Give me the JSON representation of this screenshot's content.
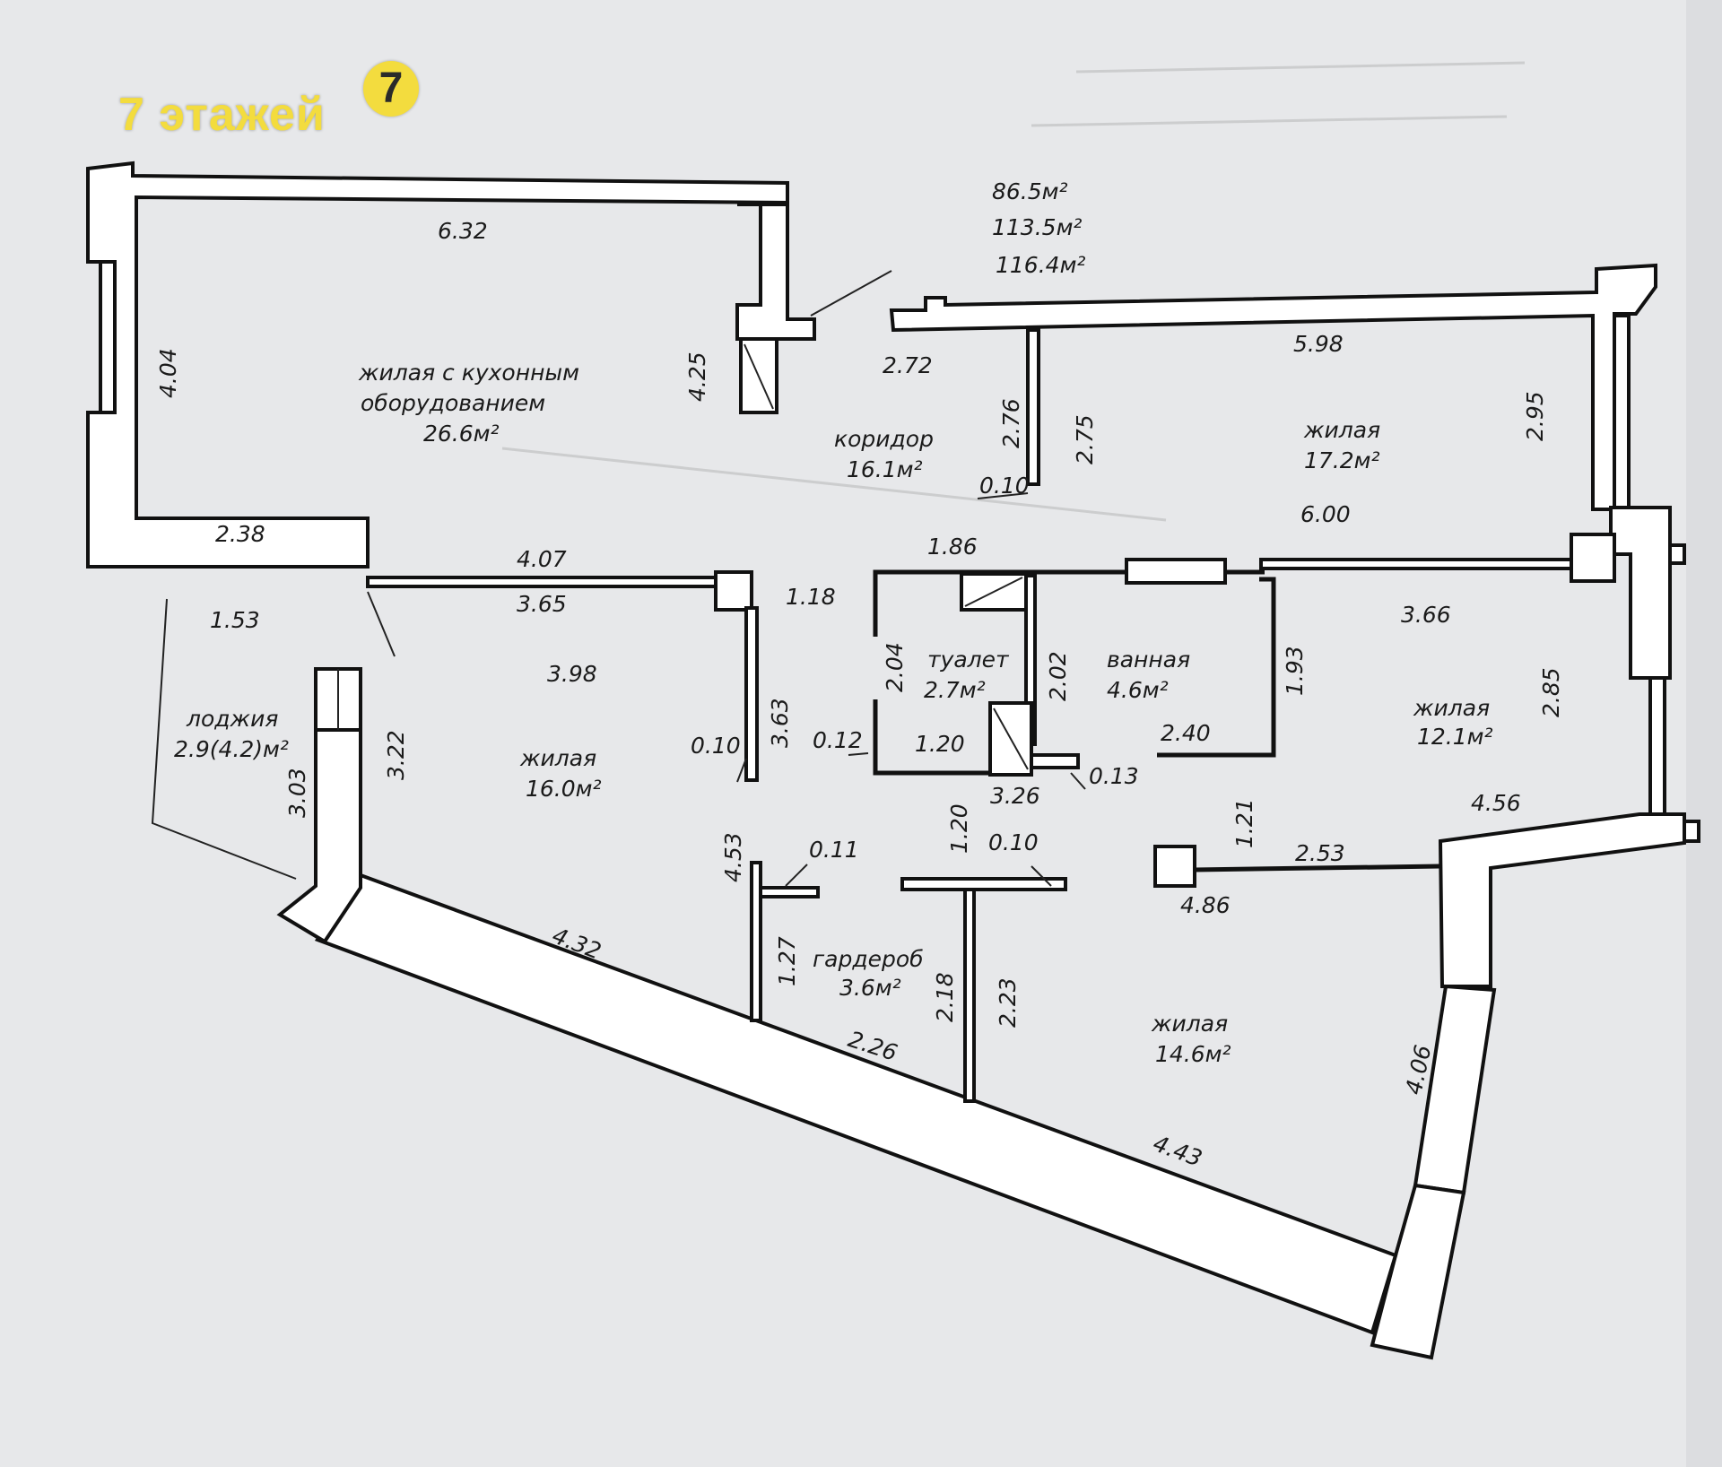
{
  "brand": {
    "text": "7 этажей",
    "badge": "7"
  },
  "areas": {
    "total1": "86.5м²",
    "total2": "113.5м²",
    "total3": "116.4м²"
  },
  "rooms": {
    "kitchen": {
      "line1": "жилая с кухонным",
      "line2": "оборудованием",
      "area": "26.6м²"
    },
    "corridor": {
      "name": "коридор",
      "area": "16.1м²"
    },
    "ne": {
      "name": "жилая",
      "area": "17.2м²"
    },
    "toilet": {
      "name": "туалет",
      "area": "2.7м²"
    },
    "bath": {
      "name": "ванная",
      "area": "4.6м²"
    },
    "east": {
      "name": "жилая",
      "area": "12.1м²"
    },
    "loggia": {
      "name": "лоджия",
      "area": "2.9(4.2)м²"
    },
    "center": {
      "name": "жилая",
      "area": "16.0м²"
    },
    "wardrobe": {
      "name": "гардероб",
      "area": "3.6м²"
    },
    "south": {
      "name": "жилая",
      "area": "14.6м²"
    }
  },
  "dims": {
    "d632": "6.32",
    "d404": "4.04",
    "d425": "4.25",
    "d238": "2.38",
    "d407": "4.07",
    "d365": "3.65",
    "d153": "1.53",
    "d272": "2.72",
    "d276": "2.76",
    "d275": "2.75",
    "d010a": "0.10",
    "d598": "5.98",
    "d295": "2.95",
    "d600": "6.00",
    "d186": "1.86",
    "d118": "1.18",
    "d398": "3.98",
    "d204": "2.04",
    "d202": "2.02",
    "d193": "1.93",
    "d366": "3.66",
    "d285": "2.85",
    "d010b": "0.10",
    "d363": "3.63",
    "d012": "0.12",
    "d120a": "1.20",
    "d240": "2.40",
    "d326": "3.26",
    "d013": "0.13",
    "d322": "3.22",
    "d303": "3.03",
    "d453": "4.53",
    "d011": "0.11",
    "d120b": "1.20",
    "d010c": "0.10",
    "d121": "1.21",
    "d253": "2.53",
    "d456": "4.56",
    "d486": "4.86",
    "d432": "4.32",
    "d127": "1.27",
    "d226": "2.26",
    "d218": "2.18",
    "d223": "2.23",
    "d406": "4.06",
    "d443": "4.43"
  }
}
